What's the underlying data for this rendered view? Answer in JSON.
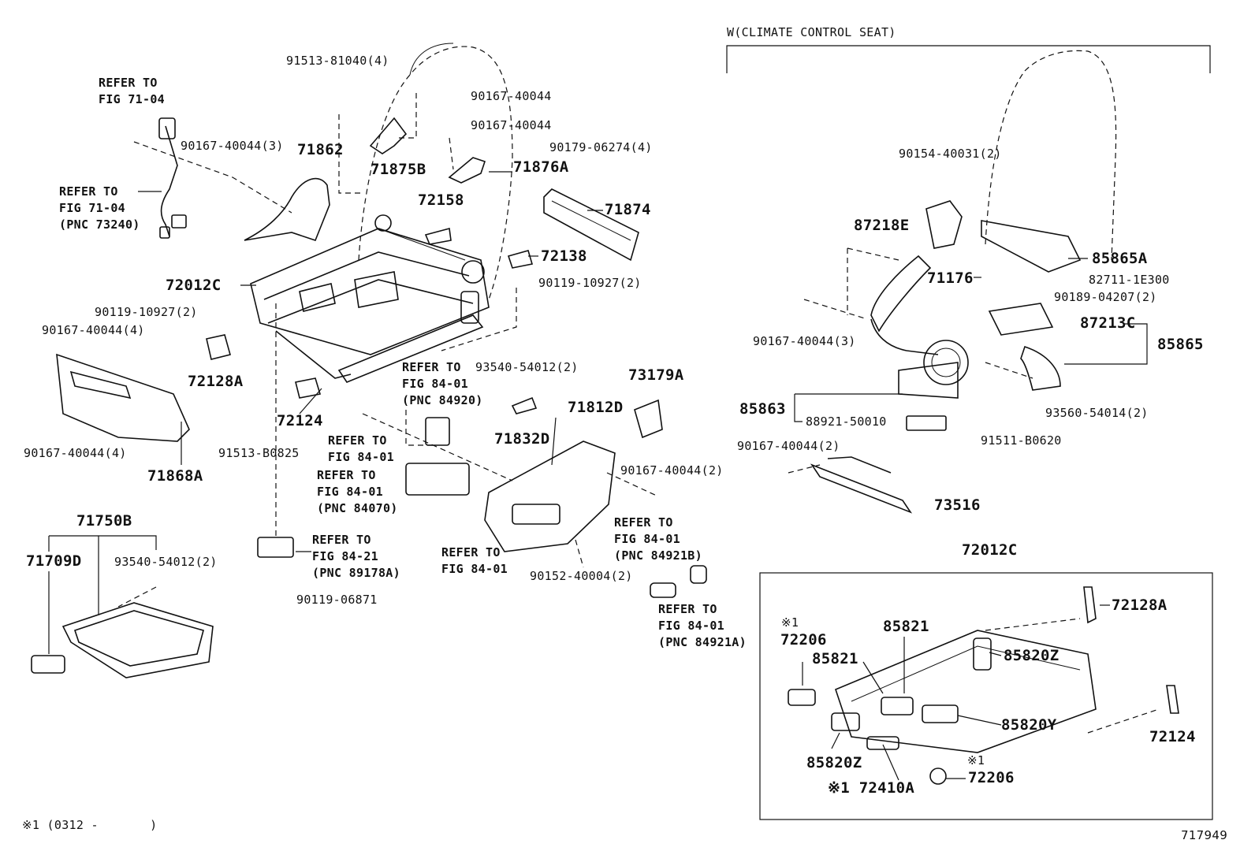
{
  "header": "W(CLIMATE CONTROL SEAT)",
  "footnote_text": "※1 (0312 -       )",
  "diagram_id": "717949",
  "callouts": {
    "c91513_81040": "91513-81040(4)",
    "c90167_40044_a": "90167-40044",
    "c90167_40044_b": "90167-40044",
    "refer_fig71_a": "REFER TO\nFIG 71-04",
    "c90167_40044_3": "90167-40044(3)",
    "c71862": "71862",
    "c71875B": "71875B",
    "c71876A": "71876A",
    "c90179_06274": "90179-06274(4)",
    "refer_fig71_b": "REFER TO\nFIG 71-04\n(PNC 73240)",
    "c72158": "72158",
    "c71874": "71874",
    "c72138": "72138",
    "c72012C": "72012C",
    "c90119_10927_a": "90119-10927(2)",
    "c90119_10927_b": "90119-10927(2)",
    "c90167_40044_4a": "90167-40044(4)",
    "c72128A": "72128A",
    "refer_fig84_84920": "REFER TO\nFIG 84-01\n(PNC 84920)",
    "c93540_54012_a": "93540-54012(2)",
    "c73179A": "73179A",
    "c72124": "72124",
    "c91513_B0825": "91513-B0825",
    "c71832D": "71832D",
    "c71812D": "71812D",
    "refer_fig84_a": "REFER TO\nFIG 84-01",
    "c90167_40044_4b": "90167-40044(4)",
    "c71868A": "71868A",
    "refer_fig84_84070": "REFER TO\nFIG 84-01\n(PNC 84070)",
    "c90167_40044_2a": "90167-40044(2)",
    "c71750B": "71750B",
    "c71709D": "71709D",
    "c93540_54012_b": "93540-54012(2)",
    "refer_fig84_21": "REFER TO\nFIG 84-21\n(PNC 89178A)",
    "refer_fig84_b": "REFER TO\nFIG 84-01",
    "c90152_40004": "90152-40004(2)",
    "refer_fig84_84921B": "REFER TO\nFIG 84-01\n(PNC 84921B)",
    "c90119_06871": "90119-06871",
    "refer_fig84_84921A": "REFER TO\nFIG 84-01\n(PNC 84921A)",
    "c90154_40031": "90154-40031(2)",
    "c87218E": "87218E",
    "c85865A": "85865A",
    "c71176": "71176",
    "c82711_1E300": "82711-1E300",
    "c90189_04207": "90189-04207(2)",
    "c87213C": "87213C",
    "c85865": "85865",
    "c90167_40044_3b": "90167-40044(3)",
    "c85863": "85863",
    "c88921_50010": "88921-50010",
    "c93560_54014": "93560-54014(2)",
    "c91511_B0620": "91511-B0620",
    "c90167_40044_2b": "90167-40044(2)",
    "c73516": "73516",
    "c72012C_inset": "72012C",
    "inset_72128A": "72128A",
    "inset_note1a": "※1",
    "inset_72206a": "72206",
    "inset_85821a": "85821",
    "inset_85821b": "85821",
    "inset_85820Z_a": "85820Z",
    "inset_85820Y": "85820Y",
    "inset_72124": "72124",
    "inset_85820Z_b": "85820Z",
    "inset_note1b": "※1",
    "inset_72206b": "72206",
    "inset_72410A": "※1 72410A"
  }
}
